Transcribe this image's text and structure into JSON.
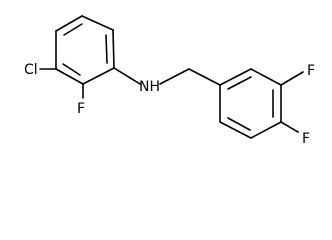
{
  "molecule": {
    "atoms": {
      "chlorine": "Cl",
      "fluorine_ortho": "F",
      "amine": "NH",
      "fluorine_meta": "F",
      "fluorine_para": "F"
    }
  }
}
